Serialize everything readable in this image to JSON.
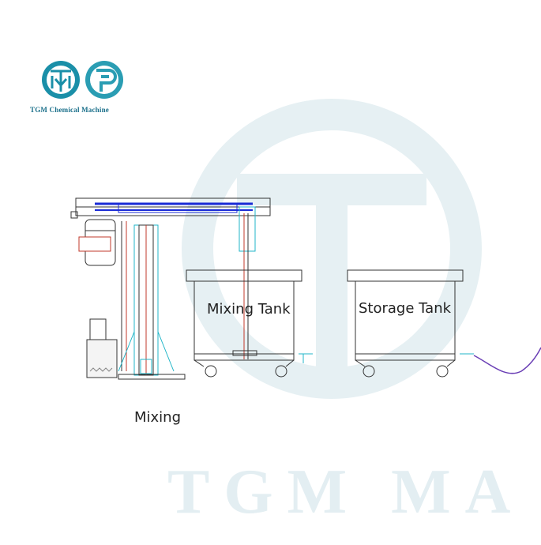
{
  "brand": {
    "name": "TGM Chemical Machine",
    "watermark": "TGM MA",
    "logo_primary_color": "#1a8fa8",
    "logo_secondary_color": "#2a9db3"
  },
  "labels": {
    "mixing_tank": "Mixing Tank",
    "storage_tank": "Storage Tank",
    "caption": "Mixing"
  },
  "icons": [
    "tgm-logo-icon",
    "p-logo-icon"
  ],
  "colors": {
    "line": "#333333",
    "pipe_blue": "#1a2bd6",
    "frame_cyan": "#22b6c8",
    "rod_red": "#c0392b",
    "hose_purple": "#6a3fb5",
    "watermark": "#e3eef2"
  }
}
